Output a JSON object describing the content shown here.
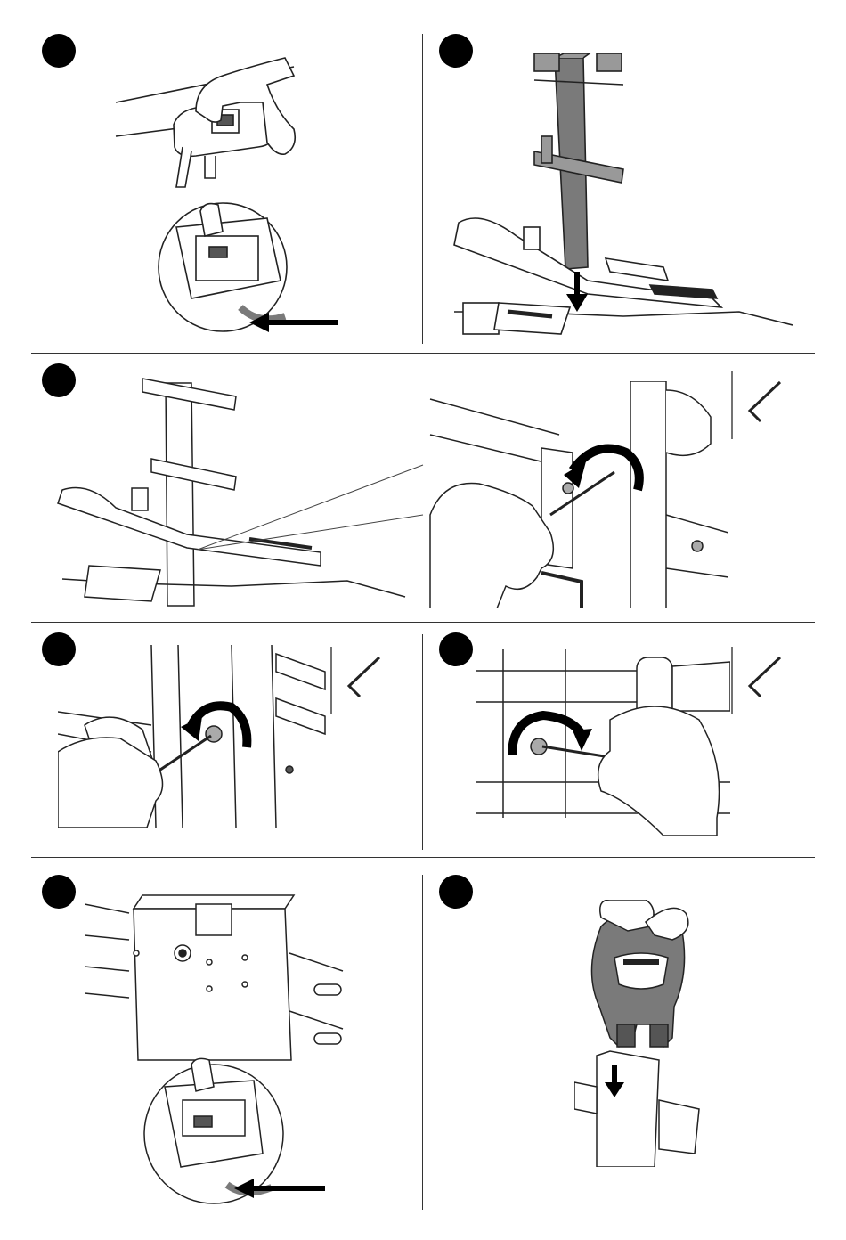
{
  "page": {
    "background": "#ffffff",
    "line_color": "#222222",
    "frame_fill": "#7a7a7a",
    "step_dot_color": "#000000"
  },
  "steps": [
    {
      "id": 1,
      "icons": [
        "hand-icon",
        "clip-icon",
        "magnifier-circle-icon",
        "arrow-left-icon"
      ]
    },
    {
      "id": 2,
      "icons": [
        "vertical-mast-icon",
        "rack-base-icon",
        "arrow-down-icon"
      ]
    },
    {
      "id": 3,
      "icons": [
        "rack-assembly-icon",
        "zoom-detail-icon",
        "hex-key-icon",
        "rotate-arrow-icon",
        "hand-icon"
      ]
    },
    {
      "id": 4,
      "icons": [
        "hex-key-icon",
        "rotate-arrow-icon",
        "hand-icon"
      ]
    },
    {
      "id": 5,
      "icons": [
        "hex-key-icon",
        "rotate-arrow-icon",
        "hand-icon"
      ]
    },
    {
      "id": 6,
      "icons": [
        "square-tube-icon",
        "magnifier-circle-icon",
        "arrow-left-icon"
      ]
    },
    {
      "id": 7,
      "icons": [
        "handle-icon",
        "hand-icon",
        "arrow-down-icon"
      ]
    }
  ]
}
